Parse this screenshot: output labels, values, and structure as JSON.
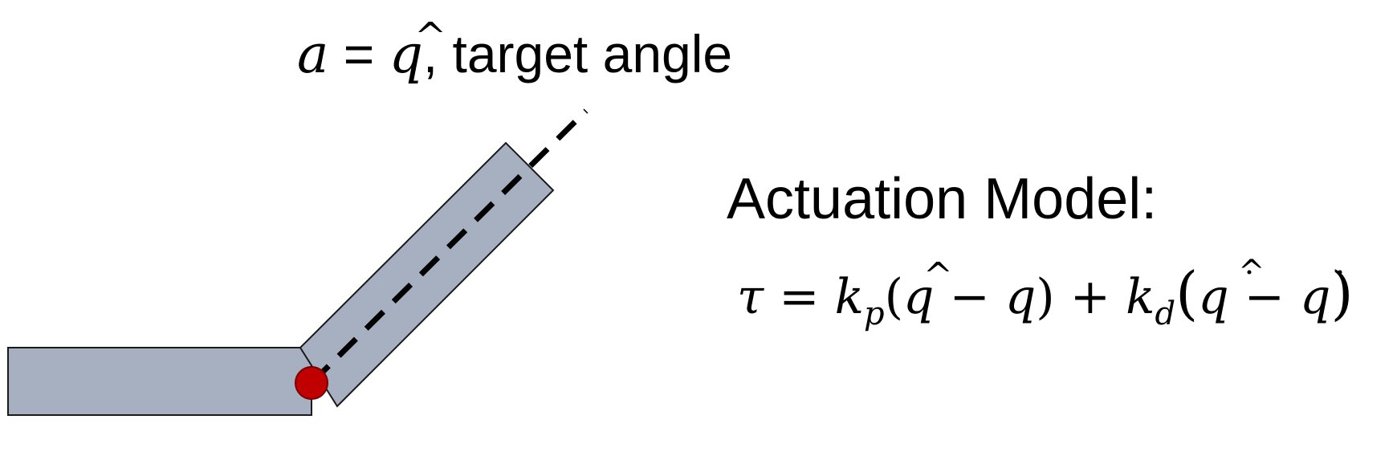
{
  "colors": {
    "link_fill": "#a7b0c0",
    "link_stroke": "#1a1a1a",
    "joint_fill": "#c00000",
    "line": "#000000",
    "text": "#000000"
  },
  "target_label": {
    "variable": "a",
    "equals": " = ",
    "target_symbol": "q",
    "target_hat": "^",
    "suffix": ", target angle"
  },
  "actuation_model": {
    "title": "Actuation Model:",
    "equation": {
      "tau": "τ",
      "eq": " = ",
      "kp": "k",
      "kp_sub": "p",
      "open1": "(",
      "qhat": "q",
      "hat": "^",
      "minus1": " − ",
      "q": "q",
      "close1": ")",
      "plus": " + ",
      "kd": "k",
      "kd_sub": "d",
      "open2": "(",
      "qhatdot": "q",
      "dot": "˙",
      "minus2": " − ",
      "qdot": "q",
      "close2": ")"
    }
  },
  "icons": {
    "joint": "joint-circle-icon"
  }
}
